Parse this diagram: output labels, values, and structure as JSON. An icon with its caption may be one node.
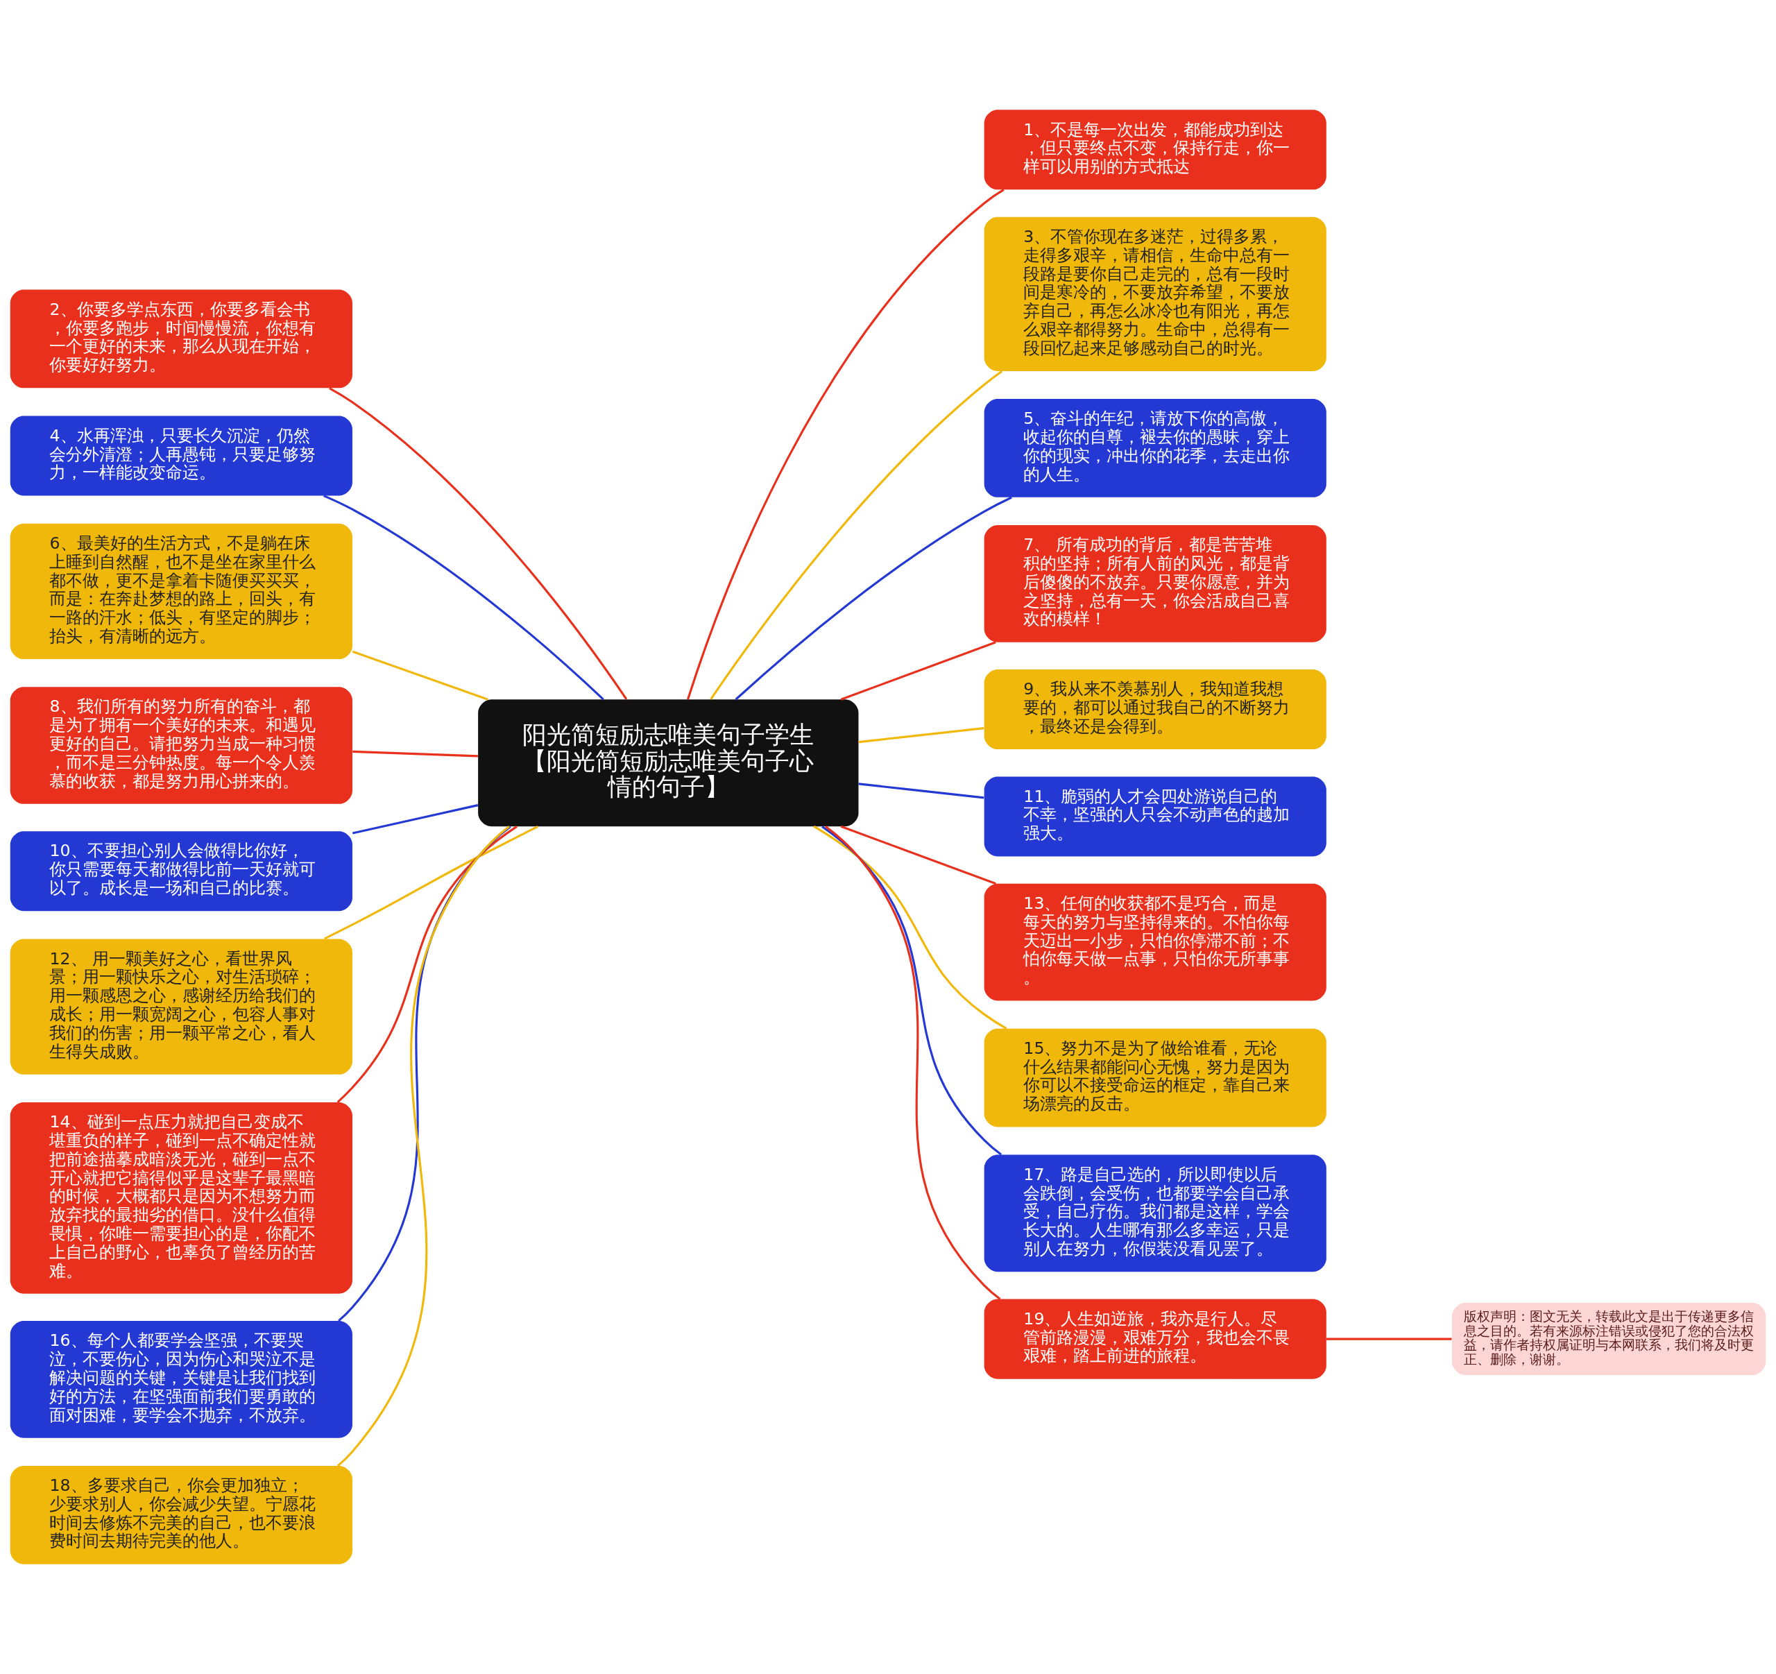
{
  "diagram": {
    "nodes": [
      {
        "text": [
          "阳光简短励志唯美句子学生【阳光简短励志唯美句子心情的句子】"
        ]
      },
      {
        "text": [
          "1、不是每一次出发，都能成功到达，但只要终点不变，保持行走，你一样可以用别的方式抵达"
        ]
      },
      {
        "text": [
          "2、你要多学点东西，你要多看会书，你要多跑步，时间慢慢流，你想有一个更好的未来，那么从现在开始，你要好好努力。"
        ]
      },
      {
        "text": [
          "3、不管你现在多迷茫，过得多累，走得多艰辛，请相信，生命中总有一段路是要你自己走完的，总有一段时间是寒冷的，不要放弃希望，不要放弃自己，再怎么冰冷也有阳光，再怎么艰辛都得努力。生命中，总得有一段回忆起来足够感动自己的时光。"
        ]
      },
      {
        "text": [
          "4、水再浑浊，只要长久沉淀，仍然会分外清澄；人再愚钝，只要足够努力，一样能改变命运。"
        ]
      },
      {
        "text": [
          "5、奋斗的年纪，请放下你的高傲，收起你的自尊，褪去你的愚昧，穿上你的现实，冲出你的花季，去走出你的人生。"
        ]
      },
      {
        "text": [
          "6、最美好的生活方式，不是躺在床上睡到自然醒，也不是坐在家里什么都不做，更不是拿着卡随便买买买，而是：在奔赴梦想的路上，回头，有一路的汗水；低头，有坚定的脚步；抬头，有清晰的远方。"
        ]
      },
      {
        "text": [
          "7、 所有成功的背后，都是苦苦堆积的坚持；所有人前的风光，都是背后傻傻的不放弃。只要你愿意，并为之坚持，总有一天，你会活成自己喜欢的模样！"
        ]
      },
      {
        "text": [
          "8、我们所有的努力所有的奋斗，都是为了拥有一个美好的未来。和遇见更好的自己。请把努力当成一种习惯，而不是三分钟热度。每一个令人羡慕的收获，都是努力用心拼来的。"
        ]
      },
      {
        "text": [
          "9、我从来不羡慕别人，我知道我想要的，都可以通过我自己的不断努力，最终还是会得到。"
        ]
      },
      {
        "text": [
          "10、不要担心别人会做得比你好，你只需要每天都做得比前一天好就可以了。成长是一场和自己的比赛。"
        ]
      },
      {
        "text": [
          "11、脆弱的人才会四处游说自己的不幸，坚强的人只会不动声色的越加强大。"
        ]
      },
      {
        "text": [
          "12、 用一颗美好之心，看世界风景；用一颗快乐之心，对生活琐碎；用一颗感恩之心，感谢经历给我们的成长；用一颗宽阔之心，包容人事对我们的伤害；用一颗平常之心，看人生得失成败。"
        ]
      },
      {
        "text": [
          "13、任何的收获都不是巧合，而是每天的努力与坚持得来的。不怕你每天迈出一小步，只怕你停滞不前；不怕你每天做一点事，只怕你无所事事。"
        ]
      },
      {
        "text": [
          "14、碰到一点压力就把自己变成不堪重负的样子，碰到一点不确定性就把前途描摹成暗淡无光，碰到一点不开心就把它搞得似乎是这辈子最黑暗的时候，大概都只是因为不想努力而放弃找的最拙劣的借口。没什么值得畏惧，你唯一需要担心的是，你配不上自己的野心，也辜负了曾经历的苦难。"
        ]
      },
      {
        "text": [
          "15、努力不是为了做给谁看，无论什么结果都能问心无愧，努力是因为你可以不接受命运的框定，靠自己来场漂亮的反击。"
        ]
      },
      {
        "text": [
          "16、每个人都要学会坚强，不要哭泣，不要伤心，因为伤心和哭泣不是解决问题的关键，关键是让我们找到好的方法，在坚强面前我们要勇敢的面对困难，要学会不抛弃，不放弃。"
        ]
      },
      {
        "text": [
          "17、路是自己选的，所以即使以后会跌倒，会受伤，也都要学会自己承受，自己疗伤。我们都是这样，学会长大的。人生哪有那么多幸运，只是别人在努力，你假装没看见罢了。"
        ]
      },
      {
        "text": [
          "18、多要求自己，你会更加独立；少要求别人，你会减少失望。宁愿花时间去修炼不完美的自己，也不要浪费时间去期待完美的他人。"
        ]
      },
      {
        "text": [
          "19、人生如逆旅，我亦是行人。尽管前路漫漫，艰难万分，我也会不畏艰难，踏上前进的旅程。"
        ]
      },
      {
        "text": [
          "版权声明：图文无关，转载此文是出于传递更多信息之目的。若有来源标注错误或侵犯了您的合法权益，请作者持权属证明与本网联系，我们将及时更正、删除，谢谢。"
        ]
      }
    ],
    "edges": [
      {
        "from": 0,
        "to": 1,
        "arrow": "none",
        "color": "#e8301c"
      },
      {
        "from": 0,
        "to": 2,
        "arrow": "none",
        "color": "#e8301c"
      },
      {
        "from": 0,
        "to": 3,
        "arrow": "none",
        "color": "#f0b80a"
      },
      {
        "from": 0,
        "to": 4,
        "arrow": "none",
        "color": "#2438d4"
      },
      {
        "from": 0,
        "to": 5,
        "arrow": "none",
        "color": "#2438d4"
      },
      {
        "from": 0,
        "to": 6,
        "arrow": "none",
        "color": "#f0b80a"
      },
      {
        "from": 0,
        "to": 7,
        "arrow": "none",
        "color": "#e8301c"
      },
      {
        "from": 0,
        "to": 8,
        "arrow": "none",
        "color": "#e8301c"
      },
      {
        "from": 0,
        "to": 9,
        "arrow": "none",
        "color": "#f0b80a"
      },
      {
        "from": 0,
        "to": 10,
        "arrow": "none",
        "color": "#2438d4"
      },
      {
        "from": 0,
        "to": 11,
        "arrow": "none",
        "color": "#2438d4"
      },
      {
        "from": 0,
        "to": 12,
        "arrow": "none",
        "color": "#f0b80a"
      },
      {
        "from": 0,
        "to": 13,
        "arrow": "none",
        "color": "#e8301c"
      },
      {
        "from": 0,
        "to": 14,
        "arrow": "none",
        "color": "#e8301c"
      },
      {
        "from": 0,
        "to": 15,
        "arrow": "none",
        "color": "#f0b80a"
      },
      {
        "from": 0,
        "to": 16,
        "arrow": "none",
        "color": "#2438d4"
      },
      {
        "from": 0,
        "to": 17,
        "arrow": "none",
        "color": "#2438d4"
      },
      {
        "from": 0,
        "to": 18,
        "arrow": "none",
        "color": "#f0b80a"
      },
      {
        "from": 0,
        "to": 19,
        "arrow": "none",
        "color": "#e8301c"
      },
      {
        "from": 19,
        "to": 20,
        "arrow": "none",
        "color": "#e8301c"
      }
    ]
  }
}
